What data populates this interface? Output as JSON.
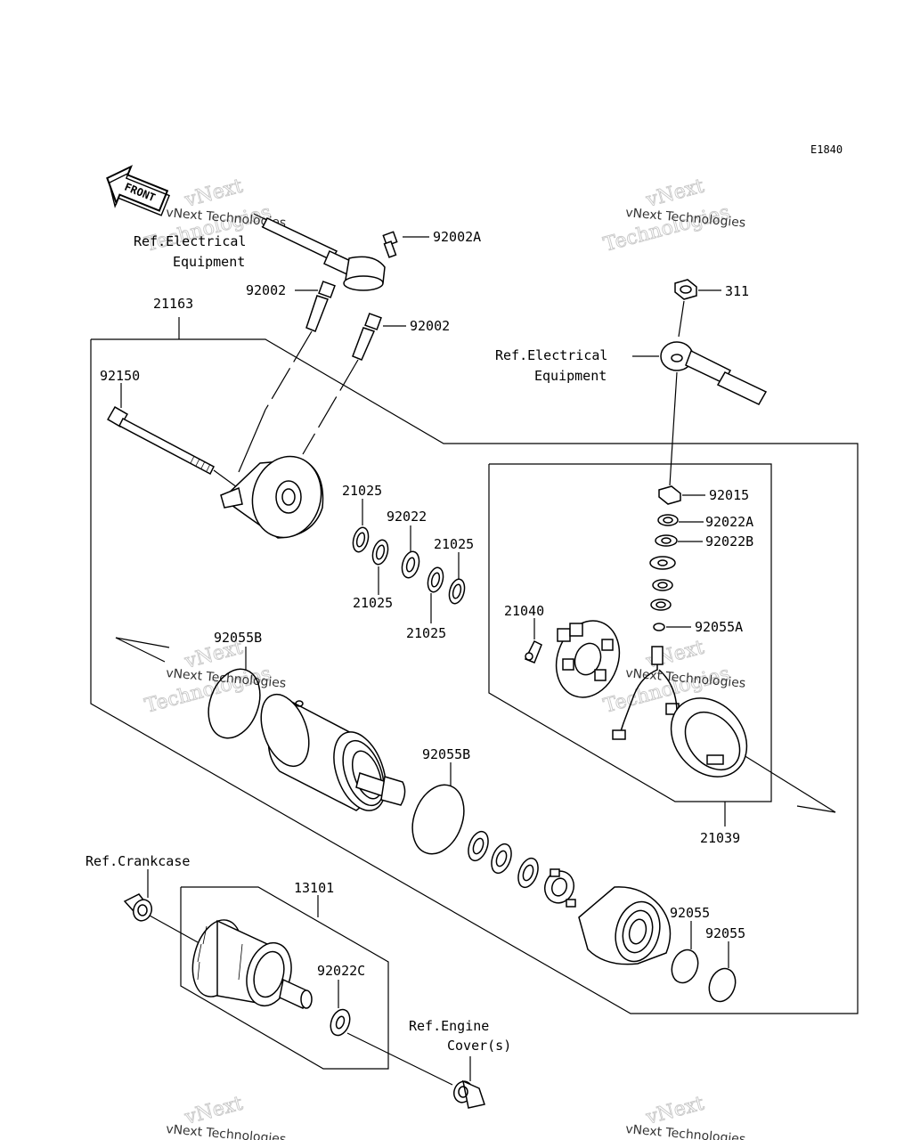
{
  "diagram_code": "E1840",
  "front_label": "FRONT",
  "watermark": {
    "vnext": "vNext",
    "technologies": "Technologies",
    "small": "vNext Technologies"
  },
  "refs": {
    "electrical_1_line1": "Ref.Electrical",
    "electrical_1_line2": "Equipment",
    "electrical_2_line1": "Ref.Electrical",
    "electrical_2_line2": "Equipment",
    "crankcase": "Ref.Crankcase",
    "engine_cover_line1": "Ref.Engine",
    "engine_cover_line2": "Cover(s)"
  },
  "parts": {
    "p92002A": "92002A",
    "p311": "311",
    "p92002_a": "92002",
    "p92002_b": "92002",
    "p21163": "21163",
    "p92150": "92150",
    "p21025_a": "21025",
    "p92022": "92022",
    "p21025_b": "21025",
    "p21025_c": "21025",
    "p21025_d": "21025",
    "p92015": "92015",
    "p92022A": "92022A",
    "p92022B": "92022B",
    "p21040": "21040",
    "p92055A": "92055A",
    "p92055B_a": "92055B",
    "p92055B_b": "92055B",
    "p21039": "21039",
    "p13101": "13101",
    "p92022C": "92022C",
    "p92055_a": "92055",
    "p92055_b": "92055"
  }
}
